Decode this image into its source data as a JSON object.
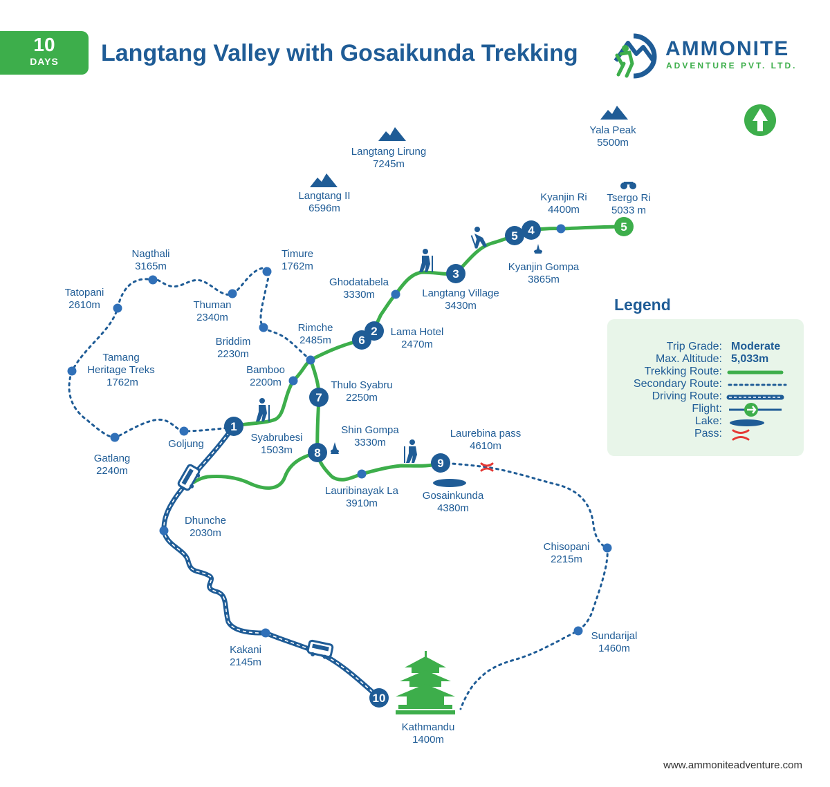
{
  "header": {
    "days_number": "10",
    "days_label": "DAYS",
    "title": "Langtang Valley with Gosaikunda Trekking",
    "brand_name": "AMMONITE",
    "brand_sub": "ADVENTURE PVT. LTD."
  },
  "footer": {
    "website": "www.ammoniteadventure.com"
  },
  "legend": {
    "title": "Legend",
    "trip_grade_label": "Trip Grade:",
    "trip_grade_value": "Moderate",
    "max_altitude_label": "Max. Altitude:",
    "max_altitude_value": "5,033m",
    "trekking_label": "Trekking Route:",
    "secondary_label": "Secondary Route:",
    "driving_label": "Driving Route:",
    "flight_label": "Flight:",
    "lake_label": "Lake:",
    "pass_label": "Pass:"
  },
  "colors": {
    "blue": "#1f5c96",
    "green": "#3dae4b",
    "red": "#e53935",
    "legend_bg": "#e8f5e9"
  },
  "stops": [
    {
      "number": "1"
    },
    {
      "number": "2"
    },
    {
      "number": "3"
    },
    {
      "number": "4"
    },
    {
      "number": "5"
    },
    {
      "number": "5"
    },
    {
      "number": "6"
    },
    {
      "number": "7"
    },
    {
      "number": "8"
    },
    {
      "number": "9"
    },
    {
      "number": "10"
    }
  ],
  "places": [
    {
      "name": "Langtang Lirung",
      "alt": "7245m",
      "icon": "mountain-icon"
    },
    {
      "name": "Yala Peak",
      "alt": "5500m",
      "icon": "mountain-icon"
    },
    {
      "name": "Langtang II",
      "alt": "6596m",
      "icon": "mountain-icon"
    },
    {
      "name": "Kyanjin Ri",
      "alt": "4400m"
    },
    {
      "name": "Tsergo Ri",
      "alt": "5033 m",
      "icon": "binoculars-icon"
    },
    {
      "name": "Kyanjin Gompa",
      "alt": "3865m",
      "icon": "stupa-icon"
    },
    {
      "name": "Langtang Village",
      "alt": "3430m"
    },
    {
      "name": "Ghodatabela",
      "alt": "3330m"
    },
    {
      "name": "Lama Hotel",
      "alt": "2470m"
    },
    {
      "name": "Rimche",
      "alt": "2485m"
    },
    {
      "name": "Nagthali",
      "alt": "3165m"
    },
    {
      "name": "Timure",
      "alt": "1762m"
    },
    {
      "name": "Tatopani",
      "alt": "2610m"
    },
    {
      "name": "Thuman",
      "alt": "2340m"
    },
    {
      "name": "Briddim",
      "alt": "2230m"
    },
    {
      "name": "Bamboo",
      "alt": "2200m"
    },
    {
      "name": "Thulo Syabru",
      "alt": "2250m"
    },
    {
      "name": "Tamang",
      "alt": "Heritage Treks"
    },
    {
      "name": "1762m",
      "alt": ""
    },
    {
      "name": "Shin Gompa",
      "alt": "3330m",
      "icon": "stupa-icon"
    },
    {
      "name": "Laurebina pass",
      "alt": "4610m",
      "icon": "pass-icon"
    },
    {
      "name": "Goljung",
      "alt": ""
    },
    {
      "name": "Syabrubesi",
      "alt": "1503m"
    },
    {
      "name": "Gatlang",
      "alt": "2240m"
    },
    {
      "name": "Lauribinayak La",
      "alt": "3910m"
    },
    {
      "name": "Gosainkunda",
      "alt": "4380m",
      "icon": "lake-icon"
    },
    {
      "name": "Dhunche",
      "alt": "2030m"
    },
    {
      "name": "Chisopani",
      "alt": "2215m"
    },
    {
      "name": "Sundarijal",
      "alt": "1460m"
    },
    {
      "name": "Kakani",
      "alt": "2145m"
    },
    {
      "name": "Kathmandu",
      "alt": "1400m",
      "icon": "temple-icon"
    }
  ]
}
